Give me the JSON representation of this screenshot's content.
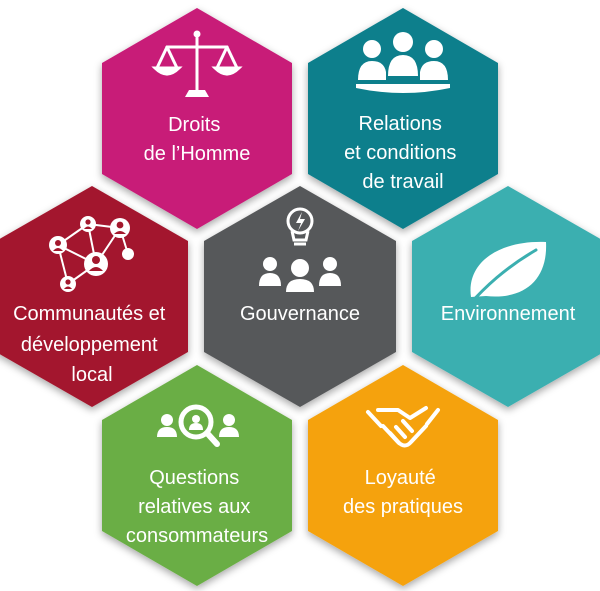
{
  "hexagons": [
    {
      "id": "droits",
      "color": "#C81B78",
      "icon": "scales-icon",
      "lines": [
        "Droits",
        "de l’Homme"
      ]
    },
    {
      "id": "relations",
      "color": "#0D7F8C",
      "icon": "meeting-people-icon",
      "lines": [
        "Relations",
        "et conditions",
        "de travail"
      ]
    },
    {
      "id": "communautes",
      "color": "#A3182D",
      "icon": "network-people-icon",
      "lines": [
        "Communautés et",
        "développement",
        "local"
      ]
    },
    {
      "id": "gouvernance",
      "color": "#57585A",
      "icon": "lightbulb-people-icon",
      "lines": [
        "Gouvernance"
      ]
    },
    {
      "id": "environnement",
      "color": "#3BAFB0",
      "icon": "leaf-icon",
      "lines": [
        "Environnement"
      ]
    },
    {
      "id": "questions",
      "color": "#6BAE45",
      "icon": "magnifier-people-icon",
      "lines": [
        "Questions",
        "relatives aux",
        "consommateurs"
      ]
    },
    {
      "id": "loyaute",
      "color": "#F5A20C",
      "icon": "handshake-icon",
      "lines": [
        "Loyauté",
        "des pratiques"
      ]
    }
  ]
}
